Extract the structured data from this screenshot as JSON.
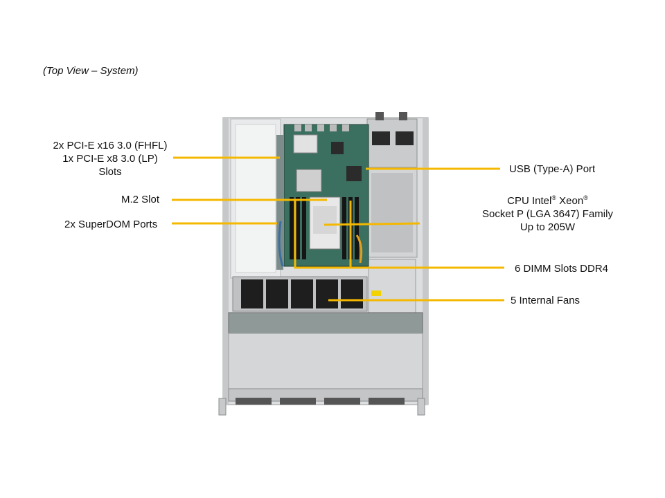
{
  "caption": "(Top View – System)",
  "labels": {
    "pcie": {
      "line1": "2x PCI-E x16 3.0 (FHFL)",
      "line2": "1x PCI-E x8 3.0 (LP)",
      "line3": "Slots"
    },
    "m2": "M.2 Slot",
    "superdom": "2x SuperDOM Ports",
    "usb": "USB (Type-A) Port",
    "cpu": {
      "line1_pre": "CPU Intel",
      "line1_mid": " Xeon",
      "reg": "®",
      "line2": "Socket P (LGA 3647) Family",
      "line3": "Up to 205W"
    },
    "dimm": "6 DIMM Slots DDR4",
    "fans": "5 Internal Fans"
  },
  "colors": {
    "callout": "#f5b800",
    "chassis": "#d8dadb",
    "board": "#2f6a5a",
    "dark": "#1e1e1e"
  }
}
